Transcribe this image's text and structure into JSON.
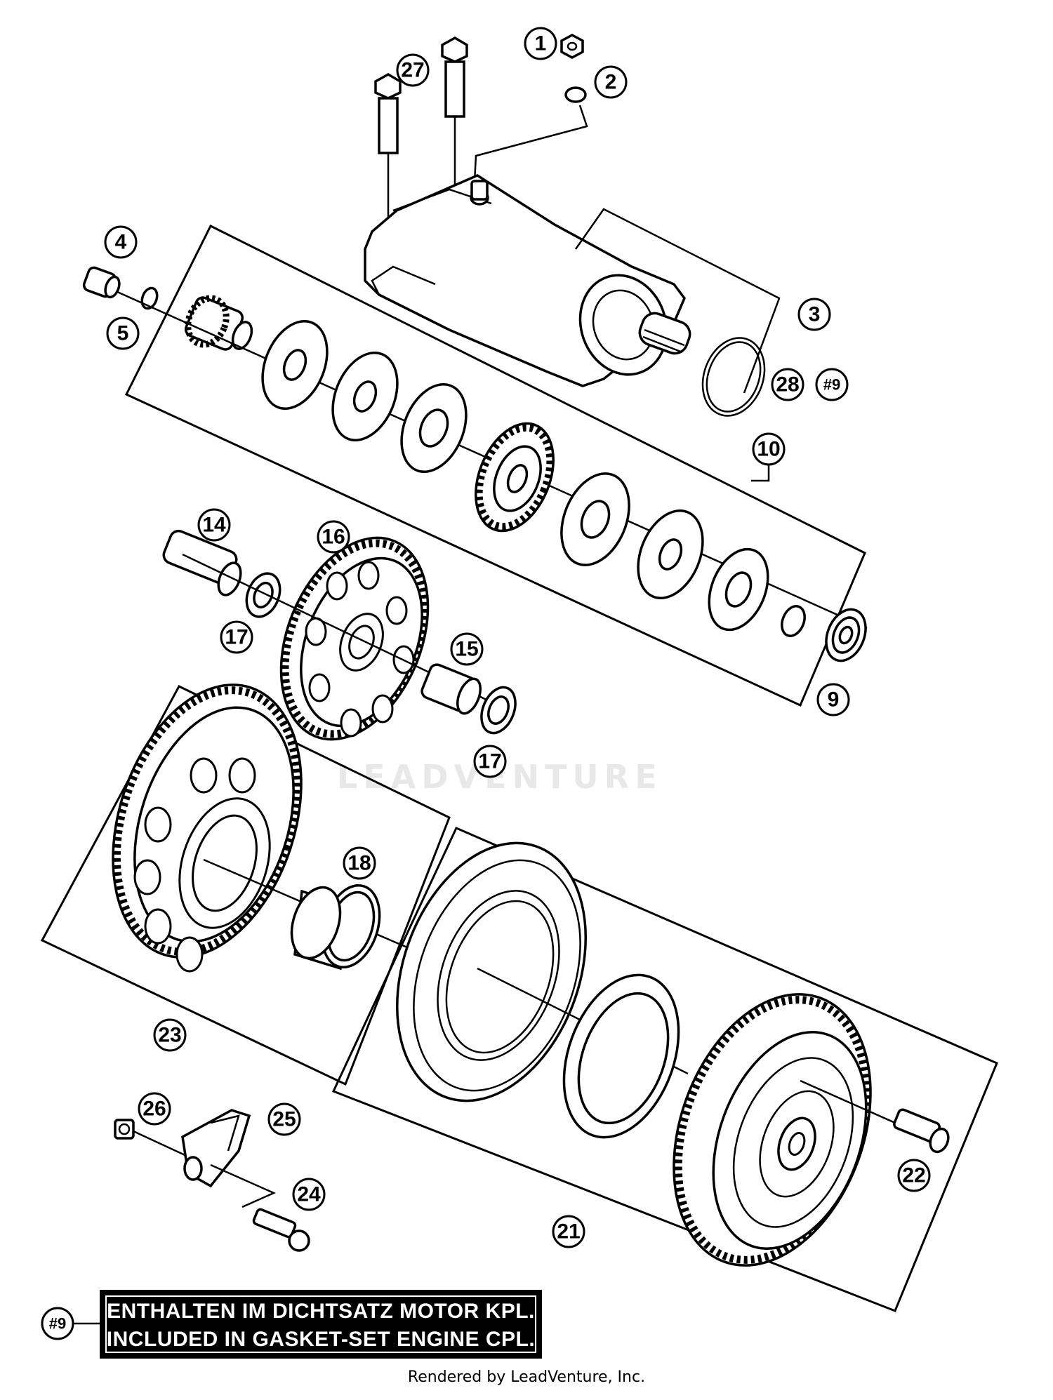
{
  "callouts": [
    "1",
    "2",
    "3",
    "4",
    "5",
    "9",
    "10",
    "14",
    "15",
    "16",
    "17",
    "17",
    "18",
    "21",
    "22",
    "23",
    "24",
    "25",
    "26",
    "27",
    "28",
    "#9",
    "#9"
  ],
  "note": {
    "line1": "ENTHALTEN IM DICHTSATZ MOTOR KPL.",
    "line2": "INCLUDED IN GASKET-SET ENGINE CPL."
  },
  "footer": "Rendered by LeadVenture, Inc.",
  "watermark": "LEADVENTURE"
}
